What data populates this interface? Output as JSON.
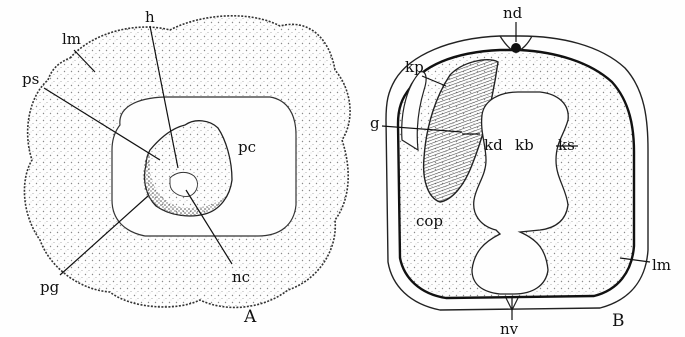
{
  "panels": [
    {
      "id": "A",
      "panel_label": "A",
      "labels": [
        "h",
        "lm",
        "ps",
        "pc",
        "pg",
        "nc"
      ]
    },
    {
      "id": "B",
      "panel_label": "B",
      "labels": [
        "nd",
        "kp",
        "g",
        "kd",
        "kb",
        "ks",
        "cop",
        "lm",
        "nv"
      ]
    }
  ],
  "colors": {
    "ink": "#111111",
    "stipple": "#7a7a7a",
    "paper": "#fefefe"
  }
}
